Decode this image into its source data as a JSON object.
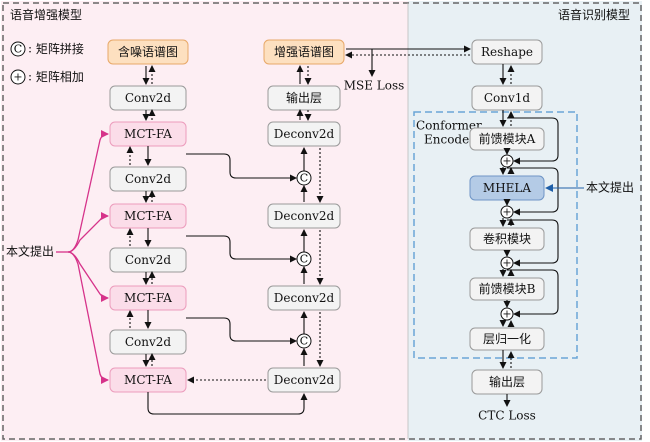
{
  "panels": {
    "left_title": "语音增强模型",
    "right_title": "语音识别模型"
  },
  "legend": {
    "concat_symbol": "C",
    "concat_label": "矩阵拼接",
    "add_symbol": "+",
    "add_label": "矩阵相加"
  },
  "enhancement": {
    "noisy_spec": "含噪语谱图",
    "conv2d": "Conv2d",
    "mct_fa": "MCT-FA",
    "enhanced_spec": "增强语谱图",
    "output_layer": "输出层",
    "deconv2d": "Deconv2d",
    "mse_loss": "MSE Loss",
    "proposed": "本文提出",
    "concat": "C"
  },
  "recognition": {
    "reshape": "Reshape",
    "conv1d": "Conv1d",
    "encoder_line1": "Conformer",
    "encoder_line2": "Encoder",
    "ffn_a": "前馈模块A",
    "mhela": "MHELA",
    "conv_module": "卷积模块",
    "ffn_b": "前馈模块B",
    "layer_norm": "层归一化",
    "output_layer": "输出层",
    "ctc_loss": "CTC Loss",
    "proposed": "本文提出",
    "add": "+"
  },
  "colors": {
    "left_bg": "#fdeef3",
    "right_bg": "#e8f0f4",
    "orange_fill": "#fde0c0",
    "orange_stroke": "#e8a868",
    "pink_fill": "#fbdde9",
    "pink_stroke": "#ec9cbc",
    "gray_fill": "#f3f3f3",
    "gray_stroke": "#9a9a9a",
    "blue_fill": "#b4cbe6",
    "blue_stroke": "#6f95c6",
    "accent_pink": "#d6338a",
    "accent_blue": "#1f5fa8"
  }
}
